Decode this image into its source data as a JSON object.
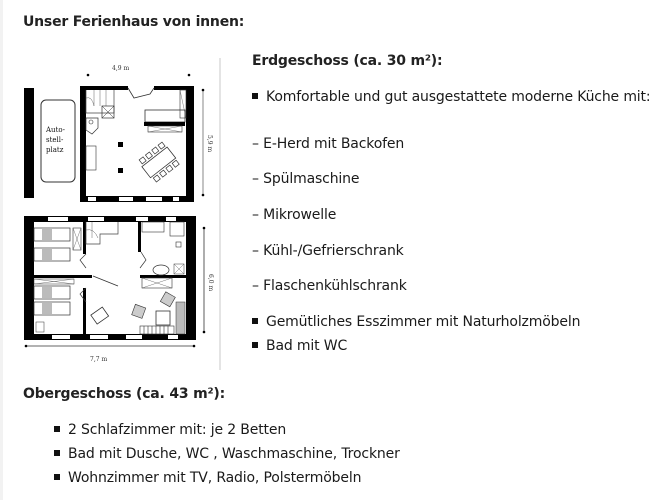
{
  "page": {
    "heading": "Unser Ferienhaus von innen:"
  },
  "floorplan": {
    "parking_label_lines": [
      "Auto-",
      "stell-",
      "platz"
    ],
    "ground_floor_width": "4,9 m",
    "ground_floor_depth": "5,9 m",
    "upper_floor_depth": "6,0 m",
    "upper_floor_width": "7,7 m"
  },
  "erdgeschoss": {
    "title": "Erdgeschoss (ca. 30 m²):",
    "items": [
      {
        "type": "bullet",
        "text": "Komfortable und gut ausgestattete moderne Küche mit:"
      },
      {
        "type": "dash",
        "text": "– E-Herd mit Backofen"
      },
      {
        "type": "dash",
        "text": "– Spülmaschine"
      },
      {
        "type": "dash",
        "text": "– Mikrowelle"
      },
      {
        "type": "dash",
        "text": "– Kühl-/Gefrierschrank"
      },
      {
        "type": "dash",
        "text": "– Flaschenkühlschrank"
      },
      {
        "type": "bullet",
        "text": "Gemütliches Esszimmer mit Naturholzmöbeln"
      },
      {
        "type": "bullet",
        "text": "Bad mit WC"
      }
    ]
  },
  "obergeschoss": {
    "title": "Obergeschoss (ca. 43 m²):",
    "items": [
      {
        "type": "bullet",
        "text": "2 Schlafzimmer mit: je 2 Betten"
      },
      {
        "type": "bullet",
        "text": "Bad mit Dusche, WC , Waschmaschine, Trockner"
      },
      {
        "type": "bullet",
        "text": "Wohnzimmer mit TV, Radio, Polstermöbeln"
      }
    ]
  }
}
